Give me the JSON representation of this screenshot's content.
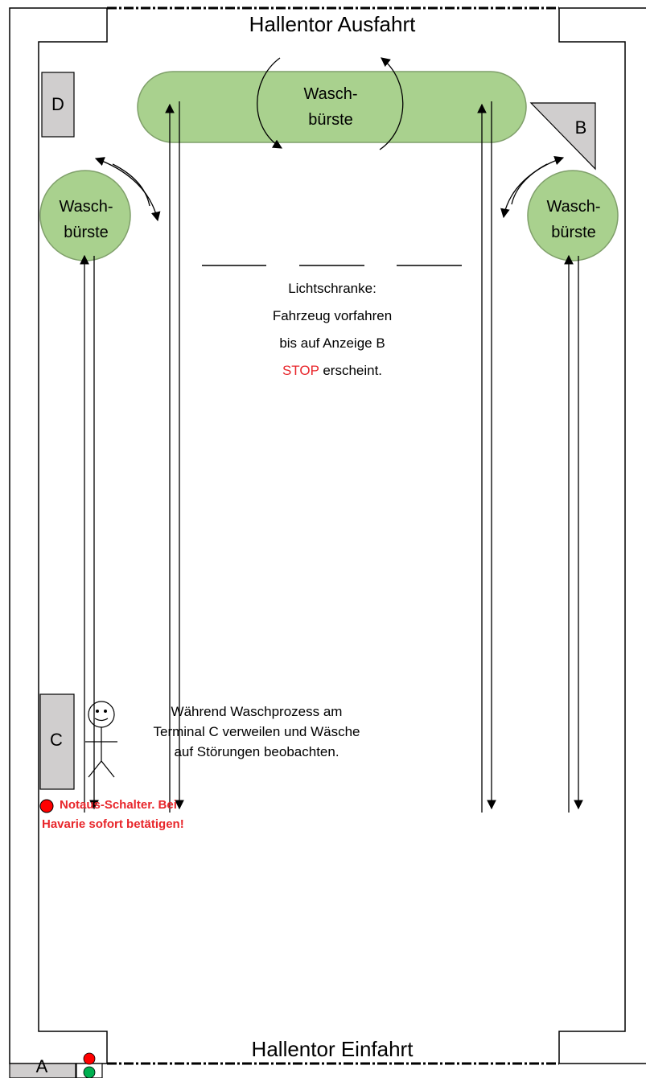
{
  "hall": {
    "exit_gate_label": "Hallentor Ausfahrt",
    "entry_gate_label": "Hallentor Einfahrt"
  },
  "brushes": {
    "top": {
      "line1": "Wasch-",
      "line2": "bürste"
    },
    "left": {
      "line1": "Wasch-",
      "line2": "bürste"
    },
    "right": {
      "line1": "Wasch-",
      "line2": "bürste"
    }
  },
  "stations": {
    "a": "A",
    "b": "B",
    "c": "C",
    "d": "D"
  },
  "light_barrier": {
    "line1": "Lichtschranke:",
    "line2": "Fahrzeug vorfahren",
    "line3": "bis auf Anzeige B",
    "stop_word": "STOP",
    "line4_rest": " erscheint."
  },
  "instruction": {
    "line1": "Während Waschprozess am",
    "line2": "Terminal C verweilen und Wäsche",
    "line3": "auf Störungen beobachten."
  },
  "emergency": {
    "line1": "Notaus-Schalter. Bei",
    "line2": "Havarie sofort betätigen!"
  },
  "colors": {
    "brush_fill": "#a9d18e",
    "panel_fill": "#d0cece",
    "alert_red": "#e8262b",
    "signal_red": "#ff0000",
    "signal_green": "#00b050"
  }
}
